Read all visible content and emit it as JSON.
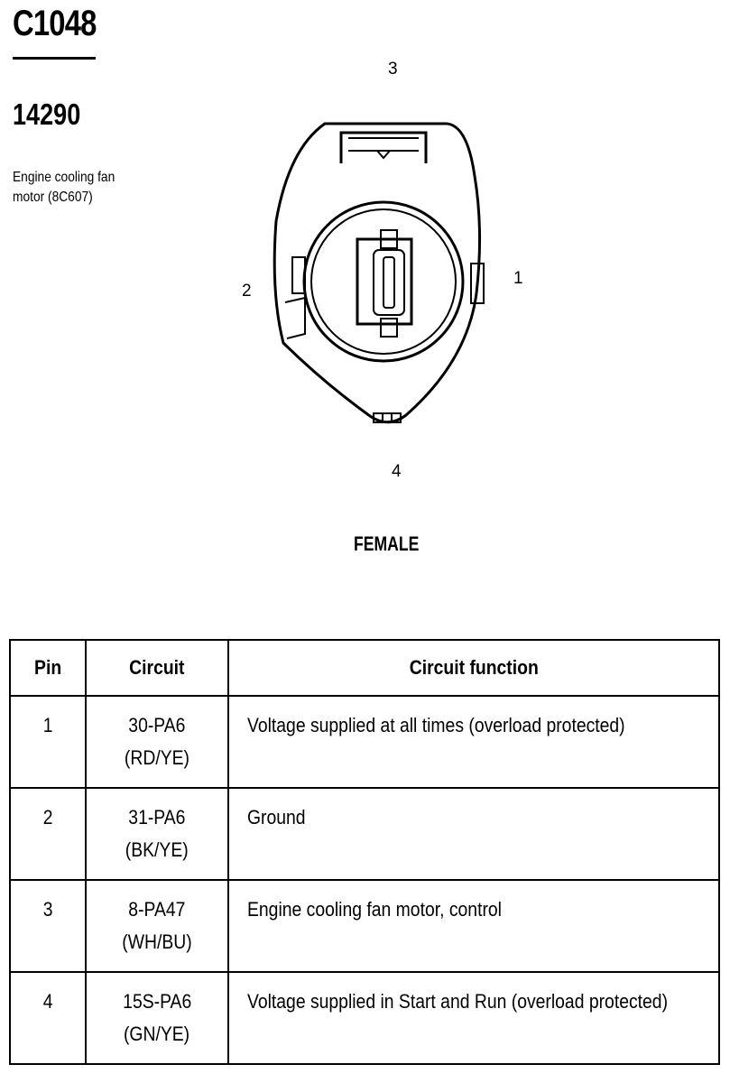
{
  "header": {
    "connector_id": "C1048",
    "part_number": "14290",
    "description": "Engine cooling fan motor (8C607)"
  },
  "diagram": {
    "pin_labels": {
      "top": "3",
      "right": "1",
      "left": "2",
      "bottom": "4"
    },
    "gender": "FEMALE"
  },
  "table": {
    "headers": [
      "Pin",
      "Circuit",
      "Circuit function"
    ],
    "rows": [
      {
        "pin": "1",
        "circuit": "30-PA6",
        "color": "(RD/YE)",
        "function": "Voltage supplied at all times (overload protected)"
      },
      {
        "pin": "2",
        "circuit": "31-PA6",
        "color": "(BK/YE)",
        "function": "Ground"
      },
      {
        "pin": "3",
        "circuit": "8-PA47",
        "color": "(WH/BU)",
        "function": "Engine cooling fan motor, control"
      },
      {
        "pin": "4",
        "circuit": "15S-PA6",
        "color": "(GN/YE)",
        "function": "Voltage supplied in Start and Run (overload protected)"
      }
    ]
  }
}
